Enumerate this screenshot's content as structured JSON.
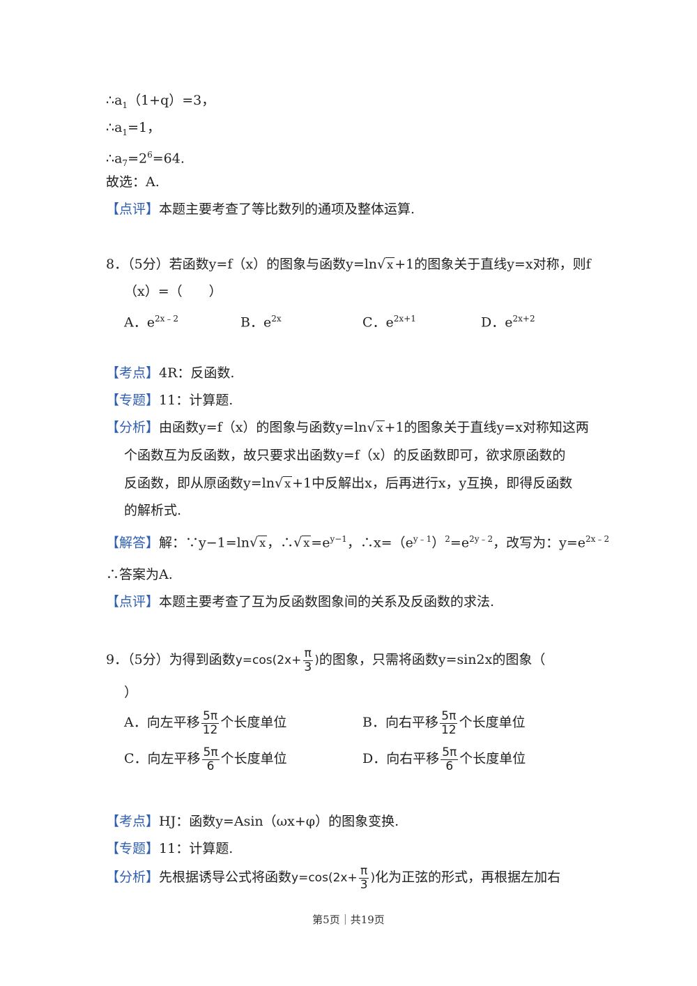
{
  "prev": {
    "l1": "∴a",
    "l1_sub": "1",
    "l1_rest": "（1+q）=3，",
    "l2": "∴a",
    "l2_sub": "1",
    "l2_rest": "=1，",
    "l3": "∴a",
    "l3_sub": "7",
    "l3_mid": "=2",
    "l3_sup": "6",
    "l3_rest": "=64.",
    "choice": "故选：A.",
    "review_tag": "【点评】",
    "review_text": "本题主要考查了等比数列的通项及整体运算."
  },
  "q8": {
    "stem_a": "8．（5分）若函数y=f（x）的图象与函数y=ln",
    "stem_rad": "x",
    "stem_b": "+1的图象关于直线y=x对称，则f",
    "stem_c": "（x）=（　　）",
    "opts": [
      {
        "label": "A．e",
        "sup": "2x﹣2"
      },
      {
        "label": "B．e",
        "sup": "2x"
      },
      {
        "label": "C．e",
        "sup": "2x+1"
      },
      {
        "label": "D．e",
        "sup": "2x+2"
      }
    ],
    "kaodian_tag": "【考点】",
    "kaodian": "4R：反函数.",
    "zhuanti_tag": "【专题】",
    "zhuanti": "11：计算题.",
    "fenxi_tag": "【分析】",
    "fenxi1_a": "由函数y=f（x）的图象与函数y=ln",
    "fenxi1_rad": "x",
    "fenxi1_b": "+1的图象关于直线y=x对称知这两",
    "fenxi2": "个函数互为反函数，故只要求出函数y=f（x）的反函数即可，欲求原函数的",
    "fenxi3_a": "反函数，即从原函数y=ln",
    "fenxi3_rad": "x",
    "fenxi3_b": "+1中反解出x，后再进行x，y互换，即得反函数",
    "fenxi4": "的解析式.",
    "jieda_tag": "【解答】",
    "jieda_a": "解：∵y−1=ln",
    "jieda_rad1": "x",
    "jieda_b": "，∴",
    "jieda_rad2": "x",
    "jieda_c": "=e",
    "jieda_sup1": "y−1",
    "jieda_d": "，∴x=（e",
    "jieda_sup2": "y﹣1",
    "jieda_e": "）",
    "jieda_sup3": "2",
    "jieda_f": "=e",
    "jieda_sup4": "2y﹣2",
    "jieda_g": "，改写为：y=e",
    "jieda_sup5": "2x﹣2",
    "answer": "∴答案为A.",
    "review_tag": "【点评】",
    "review": "本题主要考查了互为反函数图象间的关系及反函数的求法."
  },
  "q9": {
    "stem_a": "9．（5分）为得到函数",
    "stem_fn": "y=cos(2x+",
    "stem_num": "π",
    "stem_den": "3",
    "stem_close": ")",
    "stem_b": "的图象，只需将函数y=sin2x的图象（",
    "stem_c": "）",
    "opts": [
      {
        "label": "A．向左平移",
        "num": "5π",
        "den": "12",
        "tail": "个长度单位"
      },
      {
        "label": "B．向右平移",
        "num": "5π",
        "den": "12",
        "tail": "个长度单位"
      },
      {
        "label": "C．向左平移",
        "num": "5π",
        "den": "6",
        "tail": "个长度单位"
      },
      {
        "label": "D．向右平移",
        "num": "5π",
        "den": "6",
        "tail": "个长度单位"
      }
    ],
    "kaodian_tag": "【考点】",
    "kaodian": "HJ：函数y=Asin（ωx+φ）的图象变换.",
    "zhuanti_tag": "【专题】",
    "zhuanti": "11：计算题.",
    "fenxi_tag": "【分析】",
    "fenxi_a": "先根据诱导公式将函数",
    "fenxi_fn": "y=cos(2x+",
    "fenxi_num": "π",
    "fenxi_den": "3",
    "fenxi_close": ")",
    "fenxi_b": "化为正弦的形式，再根据左加右"
  },
  "footer": "第5页｜共19页"
}
